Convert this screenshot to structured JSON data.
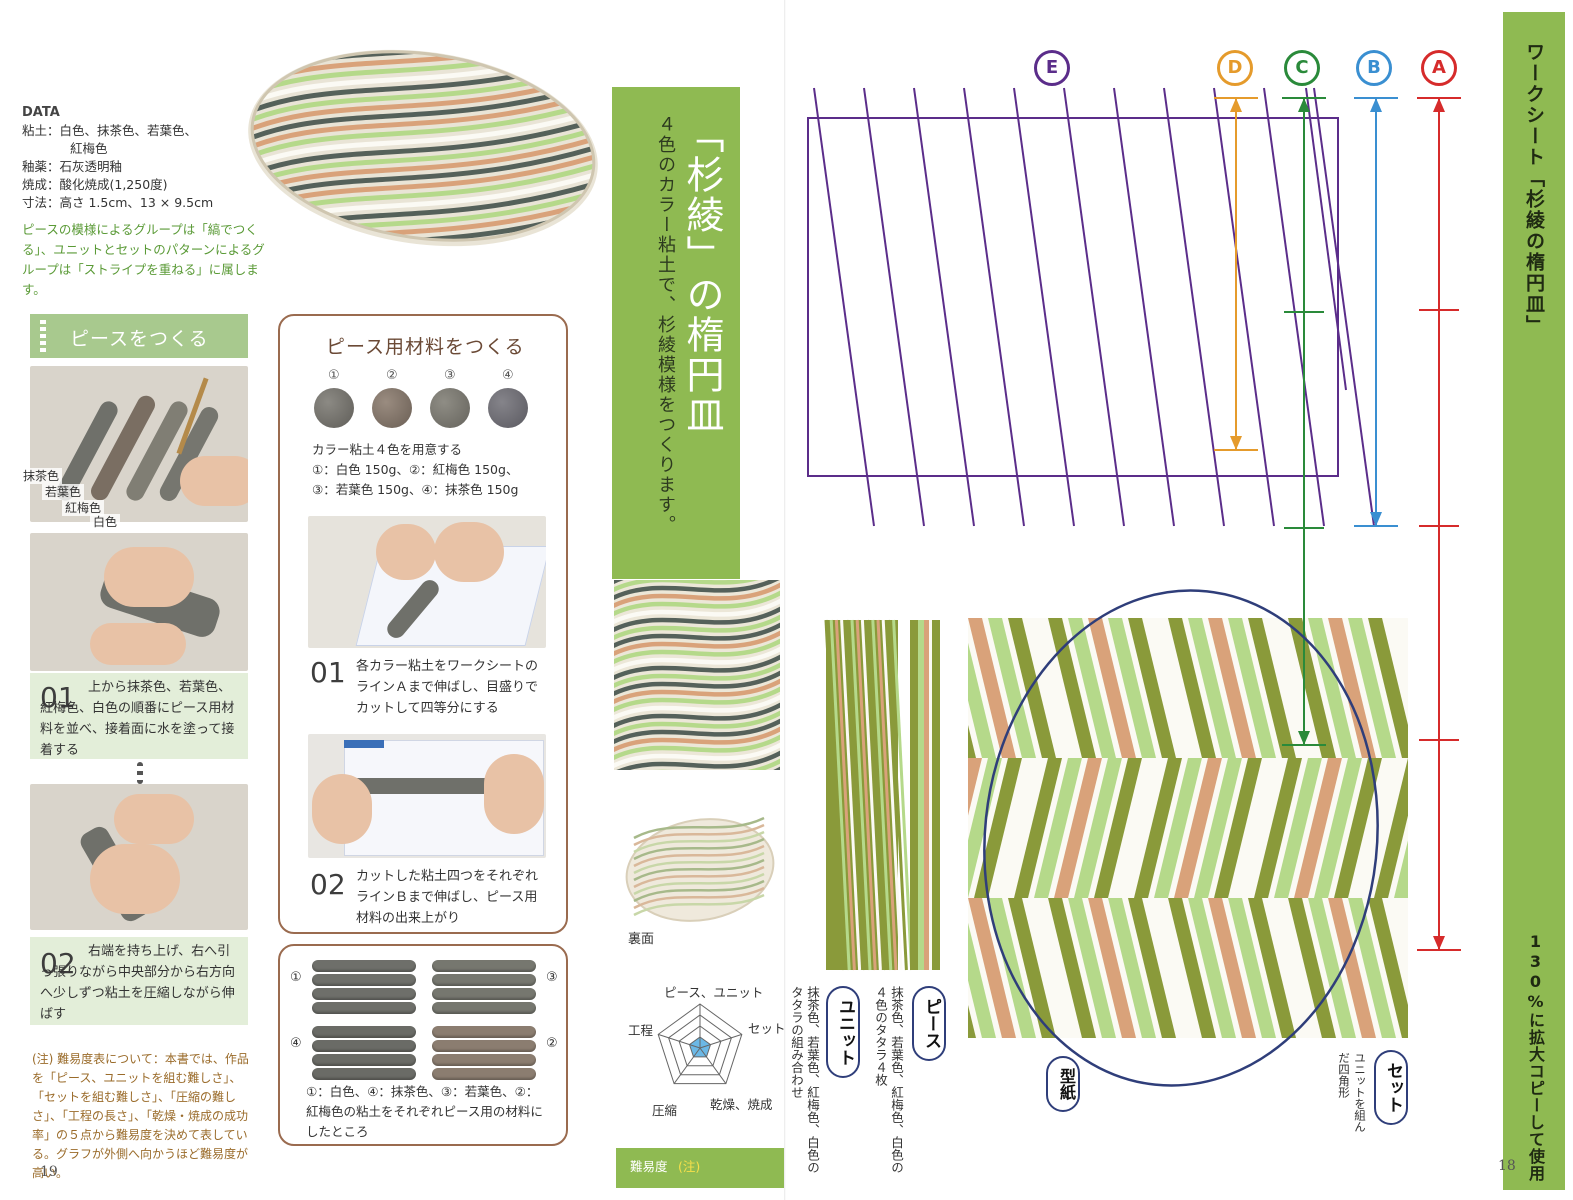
{
  "left_page": {
    "data_title": "DATA",
    "data_lines": [
      "粘土：白色、抹茶色、若葉色、",
      "紅梅色",
      "釉薬：石灰透明釉",
      "焼成：酸化焼成(1,250度)",
      "寸法：高さ 1.5cm、13 × 9.5cm"
    ],
    "group_note": "ピースの模様によるグループは「縞でつくる」、ユニットとセットのパターンによるグループは「ストライプを重ねる」に属します。",
    "section_title": "ピースをつくる",
    "photo1_labels": [
      "抹茶色",
      "若葉色",
      "紅梅色",
      "白色"
    ],
    "step1_num": "01",
    "step1_text": "上から抹茶色、若葉色、紅梅色、白色の順番にピース用材料を並べ、接着面に水を塗って接着する",
    "step2_num": "02",
    "step2_text": "右端を持ち上げ、右へ引っ張りながら中央部分から右方向へ少しずつ粘土を圧縮しながら伸ばす",
    "box_title": "ピース用材料をつくる",
    "ball_nums": [
      "①",
      "②",
      "③",
      "④"
    ],
    "ball_text_1": "カラー粘土４色を用意する",
    "ball_text_2": "①：白色 150g、②：紅梅色 150g、",
    "ball_text_3": "③：若葉色 150g、④：抹茶色 150g",
    "box_step1_num": "01",
    "box_step1_text": "各カラー粘土をワークシートのラインＡまで伸ばし、目盛りでカットして四等分にする",
    "box_step2_num": "02",
    "box_step2_text": "カットした粘土四つをそれぞれラインＢまで伸ばし、ピース用材料の出来上がり",
    "rods_nums": [
      "①",
      "③",
      "④",
      "②"
    ],
    "rods_text": "①：白色、④：抹茶色、③：若葉色、②：紅梅色の粘土をそれぞれピース用の材料にしたところ",
    "difficulty_note": "(注) 難易度表について：本書では、作品を「ピース、ユニットを組む難しさ」、「セットを組む難しさ」、「圧縮の難しさ」、「工程の長さ」、「乾燥・焼成の成功率」の５点から難易度を決めて表している。グラフが外側へ向かうほど難易度が高い。",
    "page_number": "19",
    "title_main": "「杉綾」の楕円皿",
    "title_sub": "４色のカラー粘土で、杉綾模様をつくります。",
    "back_label": "裏面",
    "radar_labels": [
      "ピース、ユニット",
      "セット",
      "乾燥、焼成",
      "圧縮",
      "工程"
    ],
    "difficulty_label": "難易度",
    "difficulty_suffix": "(注)"
  },
  "right_page": {
    "sheet_title": "ワークシート「杉綾の楕円皿」",
    "sheet_note": "130%に拡大コピーして使用",
    "page_number": "18",
    "markers": [
      "A",
      "B",
      "C",
      "D",
      "E"
    ],
    "marker_colors": [
      "#d62b2b",
      "#3a8fd1",
      "#2a8a3a",
      "#e59b2c",
      "#5b2d8a"
    ],
    "piece_label": "ピース",
    "piece_desc": "抹茶色、若葉色、紅梅色、白色の４色のタタラ４枚",
    "unit_label": "ユニット",
    "unit_desc": "抹茶色、若葉色、紅梅色、白色のタタラの組み合わせ",
    "set_label": "セット",
    "set_desc": "ユニットを組んだ四角形",
    "mold_label": "型紙"
  },
  "colors": {
    "matcha": "#8a9a3a",
    "wakaba": "#b5d98a",
    "koubai": "#d9a27a",
    "white": "#fbfaf4",
    "green_band": "#8fba52",
    "purple": "#5b2d8a"
  }
}
